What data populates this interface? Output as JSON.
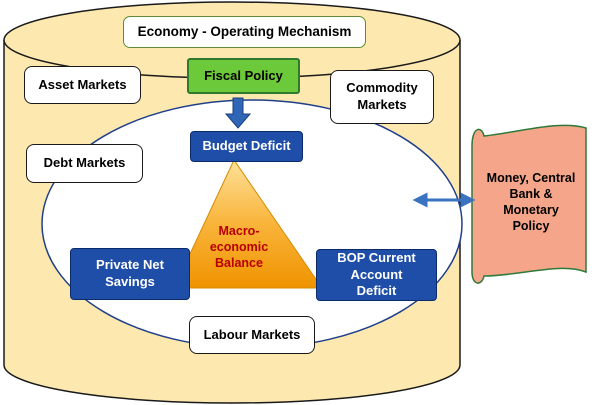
{
  "title": "Economy - Operating Mechanism",
  "outer_markets": {
    "asset": "Asset Markets",
    "debt": "Debt Markets",
    "commodity": "Commodity\nMarkets",
    "labour": "Labour Markets"
  },
  "fiscal_policy": "Fiscal Policy",
  "budget_deficit": "Budget Deficit",
  "center": "Macro-\neconomic\nBalance",
  "private_savings": "Private Net\nSavings",
  "bop_deficit": "BOP Current\nAccount\nDeficit",
  "monetary": "Money, Central\nBank &\nMonetary\nPolicy",
  "colors": {
    "cylinder_fill": "#fde9b0",
    "fiscal_green": "#6cc93a",
    "dark_blue": "#1f4ea8",
    "orange_triangle": "#f7a400",
    "center_text_red": "#b80000",
    "scroll_salmon": "#f5a58a",
    "arrow_blue": "#3a73c0"
  }
}
